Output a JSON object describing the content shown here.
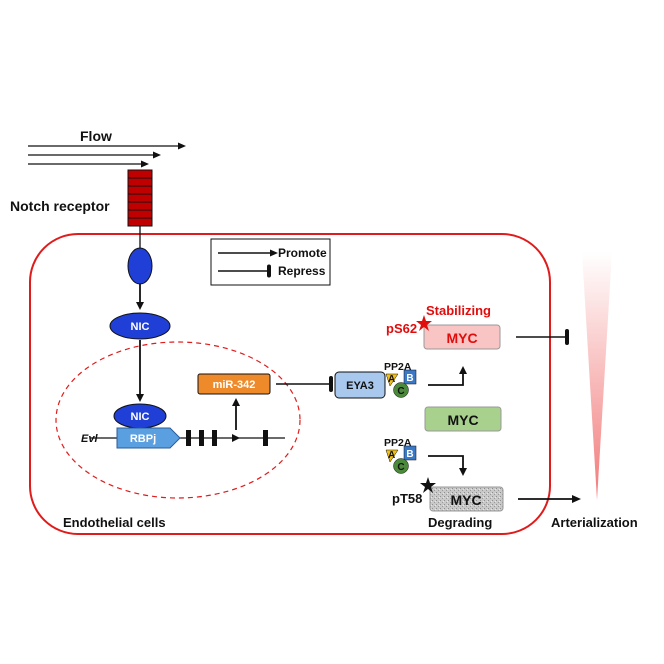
{
  "labels": {
    "flow": "Flow",
    "notch_receptor": "Notch receptor",
    "nic_top": "NIC",
    "nic_nucleus": "NIC",
    "rbpj": "RBPj",
    "evl": "Evl",
    "mir342": "miR-342",
    "eya3": "EYA3",
    "pp2a_top": "PP2A",
    "pp2a_bottom": "PP2A",
    "subunit_a": "A",
    "subunit_b": "B",
    "subunit_c": "C",
    "myc_stabilized": "MYC",
    "myc_middle": "MYC",
    "myc_degraded": "MYC",
    "ps62": "pS62",
    "stabilizing": "Stabilizing",
    "pt58": "pT58",
    "degrading": "Degrading",
    "endothelial_cells": "Endothelial cells",
    "arterialization": "Arterialization"
  },
  "legend": {
    "promote": "Promote",
    "repress": "Repress"
  },
  "colors": {
    "cell_border": "#e01b1b",
    "notch_receptor": "#c00000",
    "nic_blue": "#1f3fd6",
    "rbpj_blue": "#5a9fe0",
    "mir_orange": "#ee8a2a",
    "eya3_blue": "#a8c8ee",
    "myc_pink": "#f8c4c4",
    "myc_green": "#a9d18e",
    "myc_gray": "#bfbfbf",
    "subunit_a": "#f2c012",
    "subunit_b": "#3a78c8",
    "subunit_c": "#4a8a3a",
    "highlight_red": "#e10c0c"
  }
}
